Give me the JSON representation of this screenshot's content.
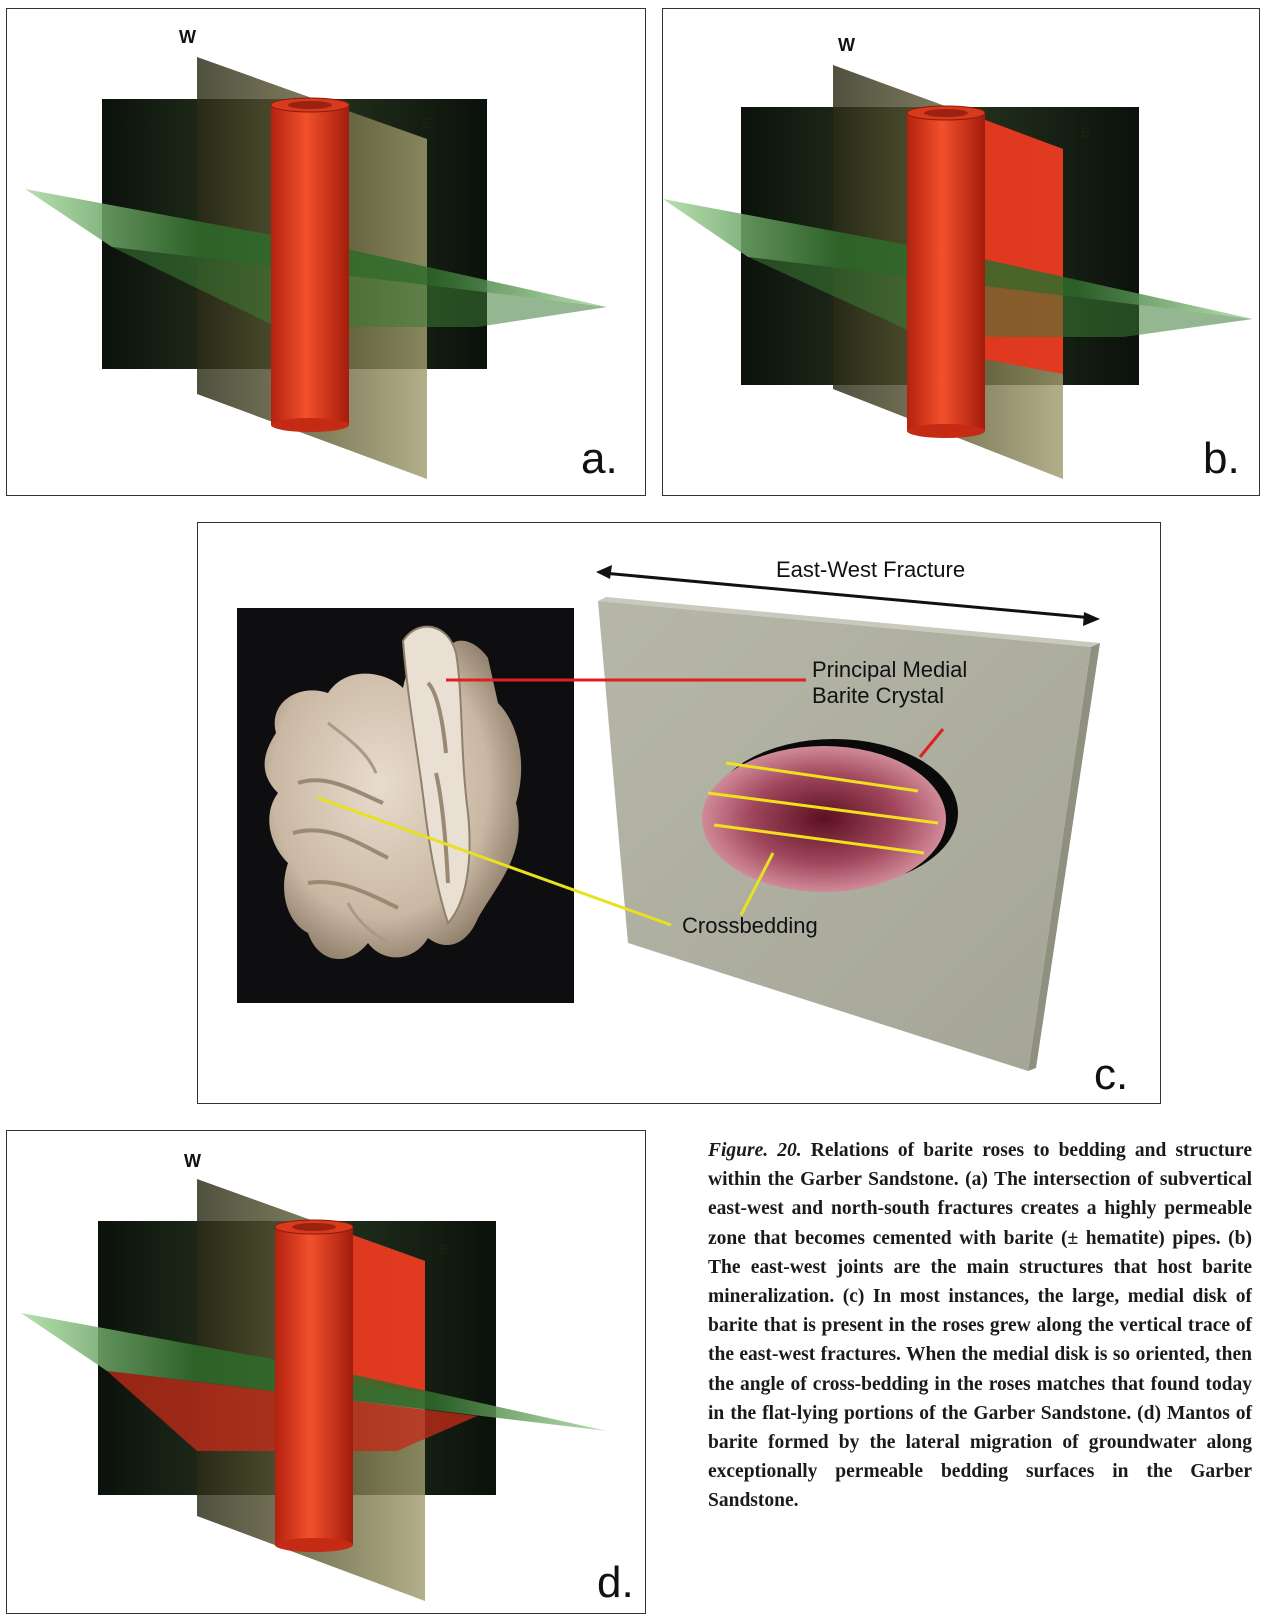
{
  "panels": {
    "a": {
      "letter": "a.",
      "west": "W",
      "east": "E"
    },
    "b": {
      "letter": "b.",
      "west": "W",
      "east": "E"
    },
    "c": {
      "letter": "c.",
      "fracture_label": "East-West Fracture",
      "medial_label_line1": "Principal Medial",
      "medial_label_line2": "Barite Crystal",
      "crossbedding_label": "Crossbedding"
    },
    "d": {
      "letter": "d.",
      "west": "W",
      "east": "E"
    }
  },
  "caption": {
    "figure_ref": "Figure. 20.",
    "text": "Relations of barite roses to bedding and structure within the Garber Sandstone. (a) The intersection of subvertical east-west and north-south fractures creates a highly permeable zone that becomes cemented with barite (± hematite) pipes. (b) The east-west joints are the main structures that host barite mineralization. (c) In most instances, the large, medial disk of barite that is present in the roses grew along the vertical trace of the east-west fractures. When the medial disk is so oriented, then the angle of cross-bedding in the roses matches that found today in the flat-lying portions of the Garber Sandstone. (d) Mantos of barite formed by the lateral migration of groundwater along exceptionally permeable bedding surfaces in the Garber Sandstone."
  },
  "colors": {
    "pipe": "#e8341c",
    "bedding_plane": "#7fc97a",
    "fracture_plane": "#8a8a52",
    "dark_plane": "#0d120c",
    "slab": "#b0b1a2",
    "disk": "#a0465c",
    "medial_line": "#e02020",
    "crossbed_line": "#f0e020"
  }
}
